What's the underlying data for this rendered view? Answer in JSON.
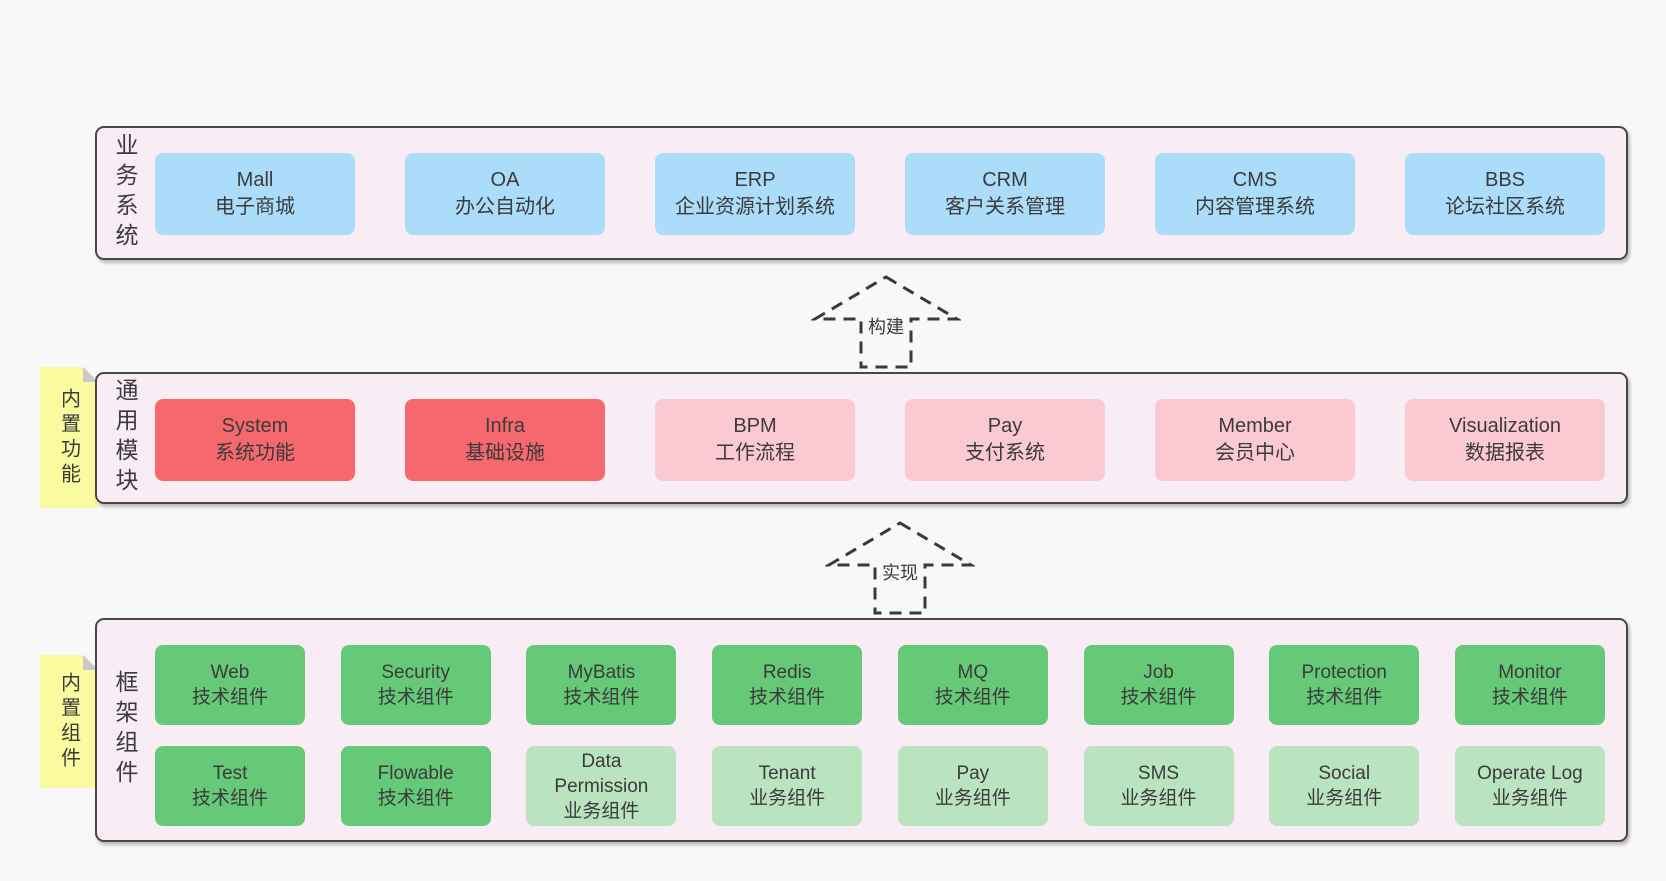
{
  "colors": {
    "blue": "#abdcf9",
    "red": "#f5696e",
    "pink": "#fac9d2",
    "green": "#66c978",
    "green_light": "#bae4bf",
    "panel_bg": "#f8ecf5",
    "panel_border": "#474747",
    "note_bg": "#fafa9e",
    "note_fold": "#c9c9c9",
    "page_bg": "#f8f8f8",
    "text": "#3b3b3b"
  },
  "arrows": [
    {
      "label": "构建"
    },
    {
      "label": "实现"
    }
  ],
  "layers": {
    "business": {
      "side_label": "业务系统",
      "boxes": [
        {
          "name": "Mall",
          "sub": "电子商城",
          "color": "blue"
        },
        {
          "name": "OA",
          "sub": "办公自动化",
          "color": "blue"
        },
        {
          "name": "ERP",
          "sub": "企业资源计划系统",
          "color": "blue"
        },
        {
          "name": "CRM",
          "sub": "客户关系管理",
          "color": "blue"
        },
        {
          "name": "CMS",
          "sub": "内容管理系统",
          "color": "blue"
        },
        {
          "name": "BBS",
          "sub": "论坛社区系统",
          "color": "blue"
        }
      ]
    },
    "modules": {
      "side_label": "通用模块",
      "note": "内置功能",
      "boxes": [
        {
          "name": "System",
          "sub": "系统功能",
          "color": "red"
        },
        {
          "name": "Infra",
          "sub": "基础设施",
          "color": "red"
        },
        {
          "name": "BPM",
          "sub": "工作流程",
          "color": "pink"
        },
        {
          "name": "Pay",
          "sub": "支付系统",
          "color": "pink"
        },
        {
          "name": "Member",
          "sub": "会员中心",
          "color": "pink"
        },
        {
          "name": "Visualization",
          "sub": "数据报表",
          "color": "pink"
        }
      ]
    },
    "components": {
      "side_label": "框架组件",
      "note": "内置组件",
      "row1": [
        {
          "name": "Web",
          "sub": "技术组件",
          "color": "green"
        },
        {
          "name": "Security",
          "sub": "技术组件",
          "color": "green"
        },
        {
          "name": "MyBatis",
          "sub": "技术组件",
          "color": "green"
        },
        {
          "name": "Redis",
          "sub": "技术组件",
          "color": "green"
        },
        {
          "name": "MQ",
          "sub": "技术组件",
          "color": "green"
        },
        {
          "name": "Job",
          "sub": "技术组件",
          "color": "green"
        },
        {
          "name": "Protection",
          "sub": "技术组件",
          "color": "green"
        },
        {
          "name": "Monitor",
          "sub": "技术组件",
          "color": "green"
        }
      ],
      "row2": [
        {
          "name": "Test",
          "sub": "技术组件",
          "color": "green"
        },
        {
          "name": "Flowable",
          "sub": "技术组件",
          "color": "green"
        },
        {
          "name": "Data Permission",
          "sub": "业务组件",
          "color": "green_light"
        },
        {
          "name": "Tenant",
          "sub": "业务组件",
          "color": "green_light"
        },
        {
          "name": "Pay",
          "sub": "业务组件",
          "color": "green_light"
        },
        {
          "name": "SMS",
          "sub": "业务组件",
          "color": "green_light"
        },
        {
          "name": "Social",
          "sub": "业务组件",
          "color": "green_light"
        },
        {
          "name": "Operate Log",
          "sub": "业务组件",
          "color": "green_light"
        }
      ]
    }
  }
}
